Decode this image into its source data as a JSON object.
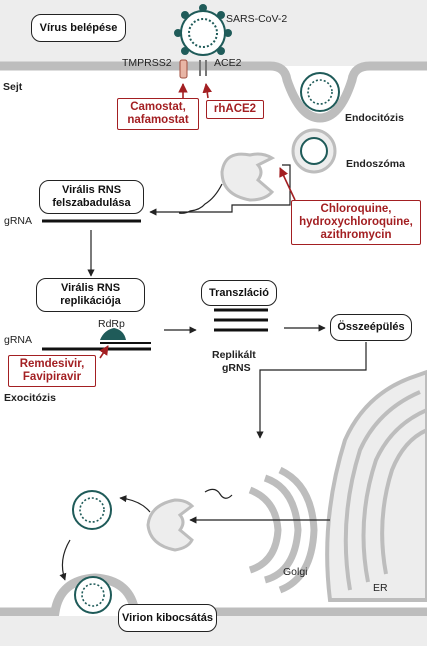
{
  "boxes": {
    "entry": "Vírus belépése",
    "release_line1": "Virális RNS",
    "release_line2": "felszabadulása",
    "replication_line1": "Virális RNS",
    "replication_line2": "replikációja",
    "translation": "Transzláció",
    "assembly": "Összeépülés",
    "virion_release": "Virion kibocsátás"
  },
  "labels": {
    "virus": "SARS-CoV-2",
    "tmprss2": "TMPRSS2",
    "ace2": "ACE2",
    "cell": "Sejt",
    "endocytosis": "Endocitózis",
    "endosome": "Endoszóma",
    "grna_1": "gRNA",
    "grna_2": "gRNA",
    "rdrp": "RdRp",
    "replicated_line1": "Replikált",
    "replicated_line2": "gRNS",
    "exocytosis": "Exocitózis",
    "golgi": "Golgi",
    "er": "ER"
  },
  "drugs": {
    "camostat_line1": "Camostat,",
    "camostat_line2": "nafamostat",
    "rhace2": "rhACE2",
    "chloroquine_line1": "Chloroquine,",
    "chloroquine_line2": "hydroxychloroquine,",
    "chloroquine_line3": "azithromycin",
    "remdesivir_line1": "Remdesivir,",
    "remdesivir_line2": "Favipiravir"
  },
  "colors": {
    "drug_red": "#a31f22",
    "spike_teal": "#1f5b59",
    "membrane_gray": "#bdbdbd",
    "cytoplasm_gray": "#ededed"
  }
}
